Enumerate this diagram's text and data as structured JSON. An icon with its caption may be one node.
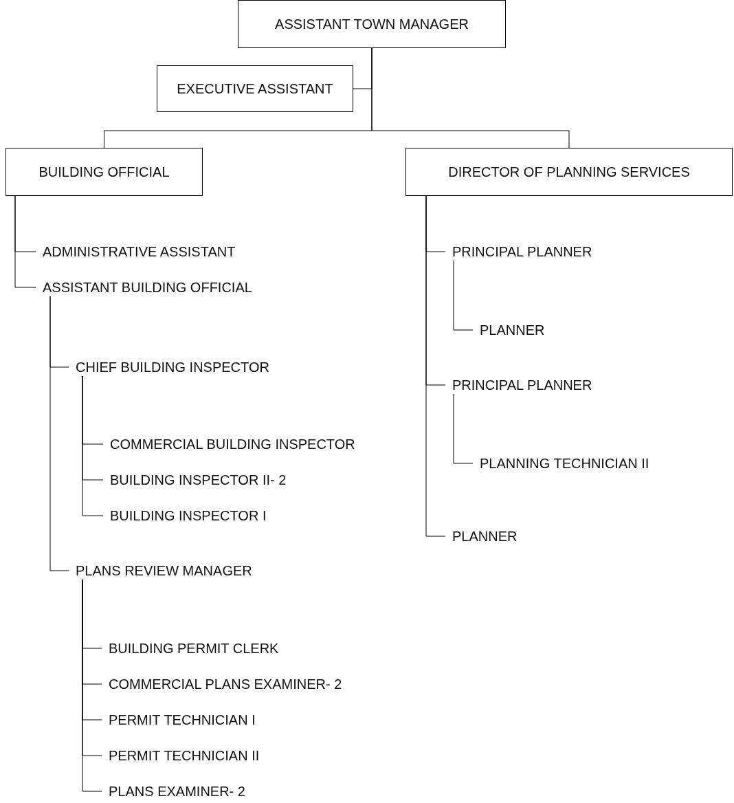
{
  "diagram": {
    "nodes": [
      {
        "text": [
          "ASSISTANT TOWN MANAGER"
        ]
      },
      {
        "text": [
          "EXECUTIVE ASSISTANT"
        ]
      },
      {
        "text": [
          "BUILDING OFFICIAL"
        ]
      },
      {
        "text": [
          "DIRECTOR OF PLANNING SERVICES"
        ]
      },
      {
        "text": [
          "ADMINISTRATIVE ASSISTANT"
        ]
      },
      {
        "text": [
          "ASSISTANT BUILDING OFFICIAL"
        ]
      },
      {
        "text": [
          "CHIEF BUILDING INSPECTOR"
        ]
      },
      {
        "text": [
          "COMMERCIAL BUILDING INSPECTOR"
        ]
      },
      {
        "text": [
          "BUILDING INSPECTOR II- 2"
        ]
      },
      {
        "text": [
          "BUILDING INSPECTOR I"
        ]
      },
      {
        "text": [
          "PLANS REVIEW MANAGER"
        ]
      },
      {
        "text": [
          "BUILDING PERMIT CLERK"
        ]
      },
      {
        "text": [
          "COMMERCIAL PLANS EXAMINER- 2"
        ]
      },
      {
        "text": [
          "PERMIT TECHNICIAN I"
        ]
      },
      {
        "text": [
          "PERMIT TECHNICIAN II"
        ]
      },
      {
        "text": [
          "PLANS EXAMINER- 2"
        ]
      },
      {
        "text": [
          "PRINCIPAL PLANNER"
        ]
      },
      {
        "text": [
          "PLANNER"
        ]
      },
      {
        "text": [
          "PRINCIPAL PLANNER"
        ]
      },
      {
        "text": [
          "PLANNING TECHNICIAN II"
        ]
      },
      {
        "text": [
          "PLANNER"
        ]
      }
    ],
    "edges": [
      {
        "from": 0,
        "to": 1,
        "arrow": "none"
      },
      {
        "from": 0,
        "to": 2,
        "arrow": "none"
      },
      {
        "from": 0,
        "to": 3,
        "arrow": "none"
      },
      {
        "from": 2,
        "to": 4,
        "arrow": "none"
      },
      {
        "from": 2,
        "to": 5,
        "arrow": "none"
      },
      {
        "from": 5,
        "to": 6,
        "arrow": "none"
      },
      {
        "from": 5,
        "to": 10,
        "arrow": "none"
      },
      {
        "from": 6,
        "to": 7,
        "arrow": "none"
      },
      {
        "from": 6,
        "to": 8,
        "arrow": "none"
      },
      {
        "from": 6,
        "to": 9,
        "arrow": "none"
      },
      {
        "from": 10,
        "to": 11,
        "arrow": "none"
      },
      {
        "from": 10,
        "to": 12,
        "arrow": "none"
      },
      {
        "from": 10,
        "to": 13,
        "arrow": "none"
      },
      {
        "from": 10,
        "to": 14,
        "arrow": "none"
      },
      {
        "from": 10,
        "to": 15,
        "arrow": "none"
      },
      {
        "from": 3,
        "to": 16,
        "arrow": "none"
      },
      {
        "from": 3,
        "to": 18,
        "arrow": "none"
      },
      {
        "from": 3,
        "to": 20,
        "arrow": "none"
      },
      {
        "from": 16,
        "to": 17,
        "arrow": "none"
      },
      {
        "from": 18,
        "to": 19,
        "arrow": "none"
      }
    ]
  }
}
